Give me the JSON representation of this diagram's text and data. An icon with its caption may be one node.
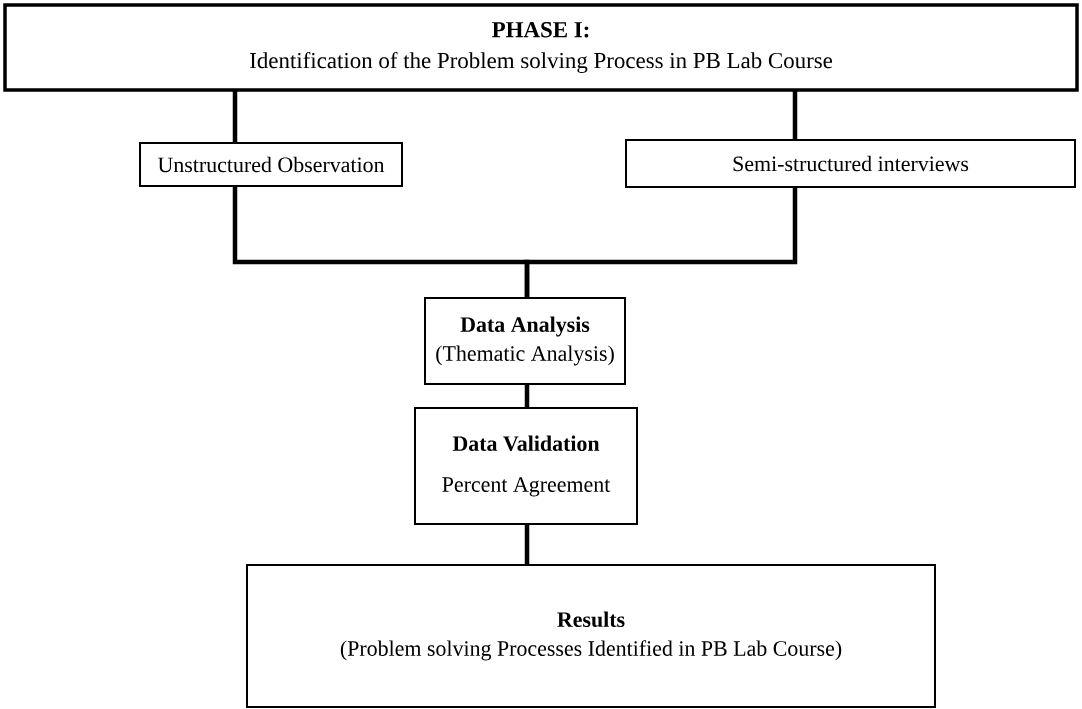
{
  "diagram": {
    "nodes": [
      {
        "text": [
          "PHASE I:",
          "Identification of the Problem solving Process in PB Lab Course"
        ]
      },
      {
        "text": [
          "Unstructured Observation"
        ]
      },
      {
        "text": [
          "Semi-structured interviews"
        ]
      },
      {
        "text": [
          "Data Analysis",
          "(Thematic Analysis)"
        ]
      },
      {
        "text": [
          "Data Validation",
          "Percent Agreement"
        ]
      },
      {
        "text": [
          "Results",
          "(Problem solving Processes Identified in PB Lab Course)"
        ]
      }
    ],
    "edges": [
      {
        "from": 0,
        "to": 1,
        "arrow": "none"
      },
      {
        "from": 0,
        "to": 2,
        "arrow": "none"
      },
      {
        "from": 1,
        "to": 3,
        "arrow": "none"
      },
      {
        "from": 2,
        "to": 3,
        "arrow": "none"
      },
      {
        "from": 3,
        "to": 4,
        "arrow": "none"
      },
      {
        "from": 4,
        "to": 5,
        "arrow": "none"
      }
    ]
  }
}
